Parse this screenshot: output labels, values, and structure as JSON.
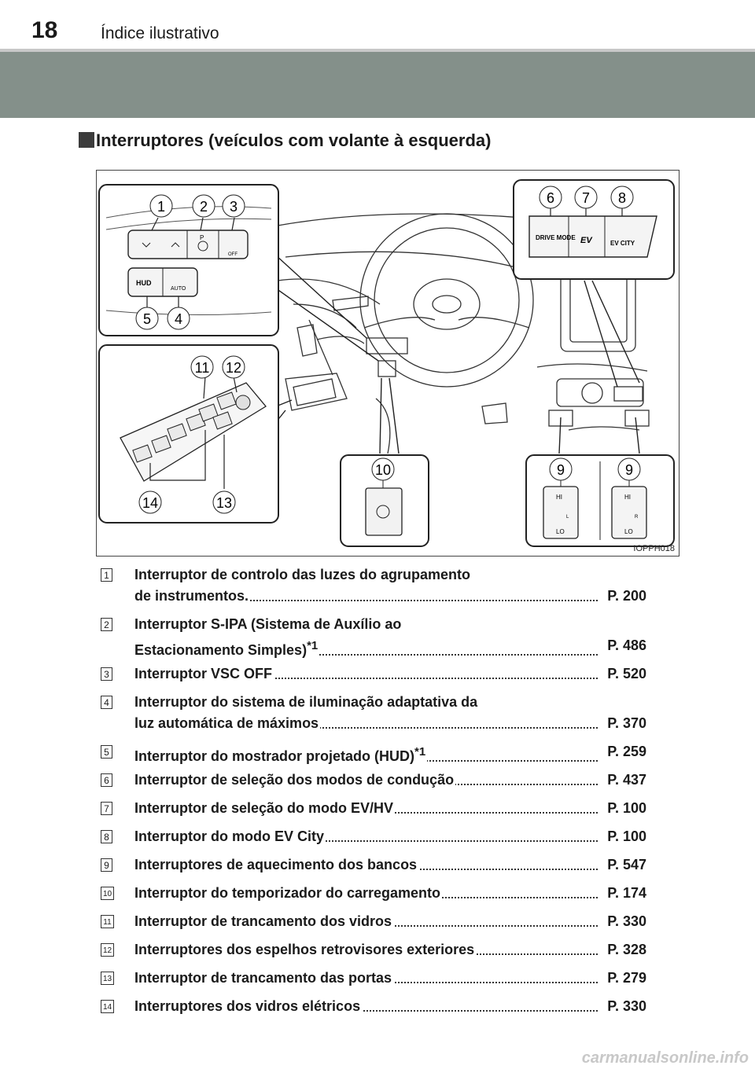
{
  "header": {
    "page_number": "18",
    "title": "Índice ilustrativo"
  },
  "section": {
    "heading": "Interruptores (veículos com volante à esquerda)"
  },
  "figure": {
    "code": "IOPPH018",
    "callouts": [
      "1",
      "2",
      "3",
      "4",
      "5",
      "6",
      "7",
      "8",
      "9",
      "9",
      "10",
      "11",
      "12",
      "13",
      "14"
    ],
    "switch_labels": {
      "hud": "HUD",
      "auto": "AUTO",
      "off": "OFF",
      "p": "P",
      "drive_mode": "DRIVE MODE",
      "ev": "EV",
      "ev_city": "EV CITY",
      "hi": "HI",
      "lo": "LO",
      "l": "L",
      "r": "R"
    }
  },
  "legend": [
    {
      "num": "1",
      "lines": [
        "Interruptor de controlo das luzes do agrupamento",
        "de instrumentos."
      ],
      "page": "P. 200"
    },
    {
      "num": "2",
      "lines": [
        "Interruptor S-IPA (Sistema de Auxílio ao",
        "Estacionamento Simples)"
      ],
      "sup": "*1",
      "page": "P. 486"
    },
    {
      "num": "3",
      "lines": [
        "Interruptor VSC OFF"
      ],
      "page": "P. 520"
    },
    {
      "num": "4",
      "lines": [
        "Interruptor do sistema de iluminação adaptativa da",
        "luz automática de máximos"
      ],
      "page": "P. 370"
    },
    {
      "num": "5",
      "lines": [
        "Interruptor do mostrador projetado (HUD)"
      ],
      "sup": "*1",
      "page": "P. 259"
    },
    {
      "num": "6",
      "lines": [
        "Interruptor de seleção dos modos de condução"
      ],
      "page": "P. 437"
    },
    {
      "num": "7",
      "lines": [
        "Interruptor de seleção do modo EV/HV"
      ],
      "page": "P. 100"
    },
    {
      "num": "8",
      "lines": [
        "Interruptor do modo EV City"
      ],
      "page": "P. 100"
    },
    {
      "num": "9",
      "lines": [
        "Interruptores de aquecimento dos bancos"
      ],
      "page": "P. 547"
    },
    {
      "num": "10",
      "lines": [
        "Interruptor do temporizador do carregamento"
      ],
      "page": "P. 174"
    },
    {
      "num": "11",
      "lines": [
        "Interruptor de trancamento dos vidros"
      ],
      "page": "P. 330"
    },
    {
      "num": "12",
      "lines": [
        "Interruptores dos espelhos retrovisores exteriores"
      ],
      "page": "P. 328"
    },
    {
      "num": "13",
      "lines": [
        "Interruptor de trancamento das portas"
      ],
      "page": "P. 279"
    },
    {
      "num": "14",
      "lines": [
        "Interruptores dos vidros elétricos"
      ],
      "page": "P. 330"
    }
  ],
  "watermark": "carmanualsonline.info"
}
